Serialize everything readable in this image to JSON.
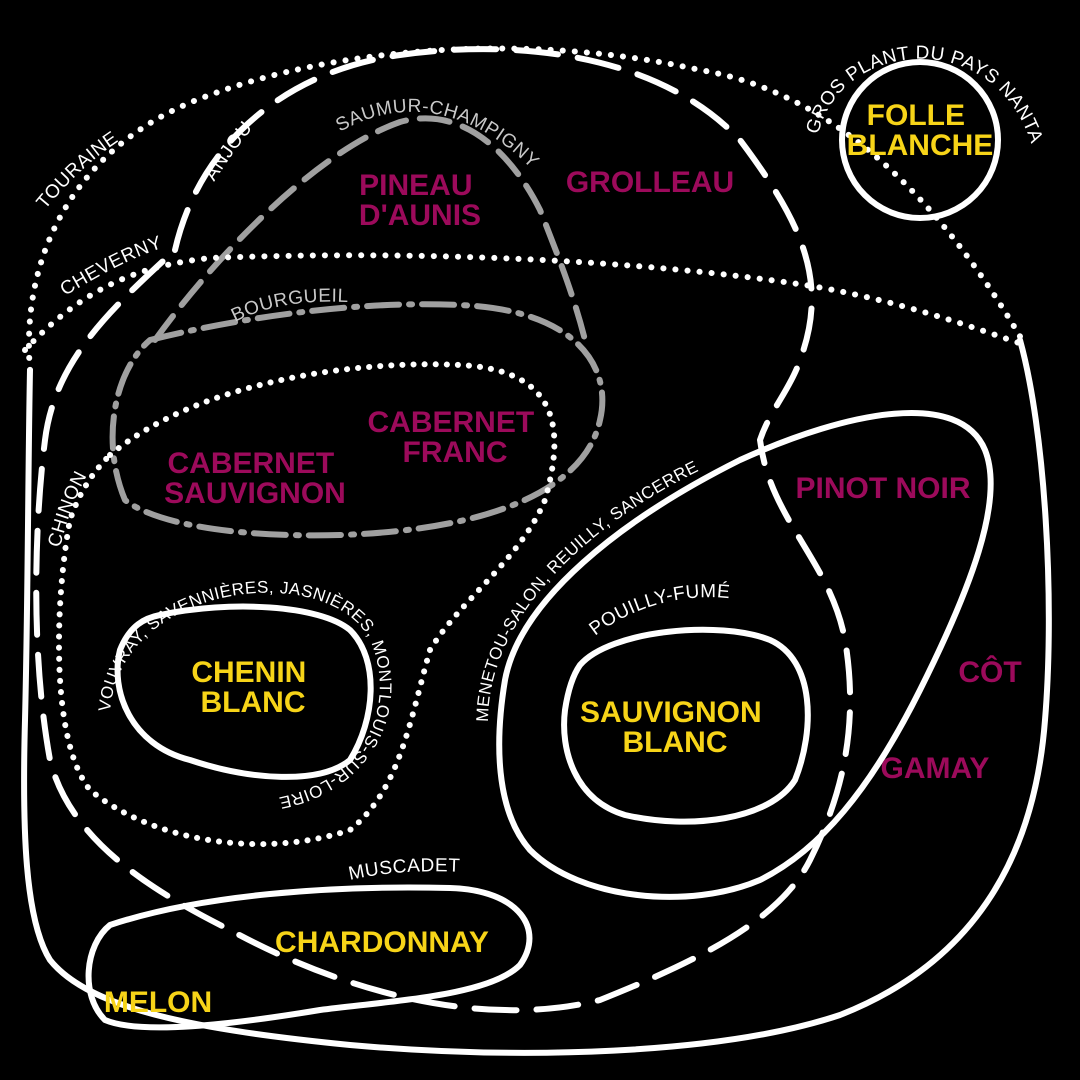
{
  "colors": {
    "background": "#000000",
    "outline": "#ffffff",
    "outline_grey": "#a0a0a0",
    "white_grape": "#f7d418",
    "red_grape": "#9c0a5b"
  },
  "regions": {
    "touraine": "TOURAINE",
    "anjou": "ANJOU",
    "saumur_champigny": "SAUMUR-CHAMPIGNY",
    "cheverny": "CHEVERNY",
    "bourgueil": "BOURGUEIL",
    "chinon": "CHINON",
    "vouvray": "VOUVRAY, SAVENNIÈRES, JASNIÈRES, MONTLOUIS-SUR-LOIRE",
    "menetou": "MENETOU-SALON, REUILLY, SANCERRE",
    "pouilly_fume": "POUILLY-FUMÉ",
    "muscadet": "MUSCADET",
    "gros_plant": "GROS PLANT DU PAYS NANTAIS"
  },
  "grapes": {
    "pineau_daunis": [
      "PINEAU",
      "D'AUNIS"
    ],
    "grolleau": "GROLLEAU",
    "folle_blanche": [
      "FOLLE",
      "BLANCHE"
    ],
    "cabernet_franc": [
      "CABERNET",
      "FRANC"
    ],
    "cabernet_sauvignon": [
      "CABERNET",
      "SAUVIGNON"
    ],
    "pinot_noir": "PINOT NOIR",
    "chenin_blanc": [
      "CHENIN",
      "BLANC"
    ],
    "sauvignon_blanc": [
      "SAUVIGNON",
      "BLANC"
    ],
    "cot": "CÔT",
    "gamay": "GAMAY",
    "chardonnay": "CHARDONNAY",
    "melon": "MELON"
  }
}
